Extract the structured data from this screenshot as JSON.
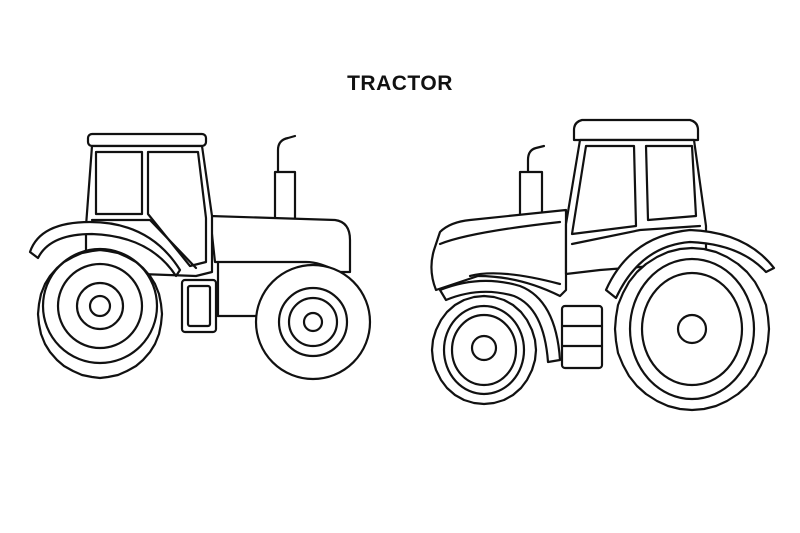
{
  "title": "TRACTOR",
  "illustrations": [
    {
      "id": "tractor-side-view",
      "icon": "tractor-outline-side"
    },
    {
      "id": "tractor-three-quarter-view",
      "icon": "tractor-outline-perspective"
    }
  ],
  "colors": {
    "background": "#ffffff",
    "line": "#111111"
  }
}
